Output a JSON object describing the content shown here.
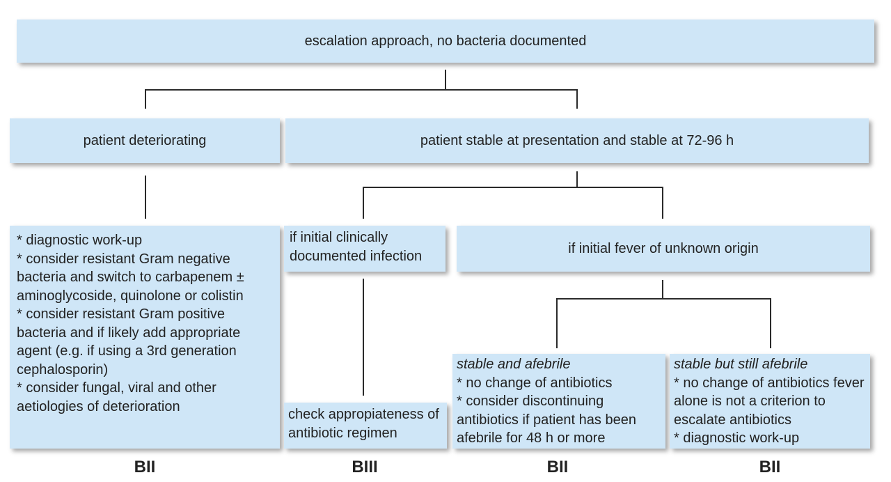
{
  "top": {
    "label": "escalation approach, no bacteria documented"
  },
  "deteriorating": {
    "label": "patient deteriorating"
  },
  "stable": {
    "label": "patient stable at presentation and stable at 72-96 h"
  },
  "deteriorating_actions": [
    "* diagnostic work-up",
    "* consider resistant Gram negative bacteria and switch to carbapenem ± aminoglycoside, quinolone or colistin",
    "* consider resistant Gram positive bacteria and if likely add appropriate agent (e.g. if using a 3rd generation cephalosporin)",
    "* consider fungal, viral and other aetiologies of deterioration"
  ],
  "clinical": {
    "label": "if initial clinically documented infection"
  },
  "fuo": {
    "label": "if initial fever of unknown origin"
  },
  "check": {
    "label": "check appropiateness of antibiotic regimen"
  },
  "afebrile": {
    "title": "stable and afebrile",
    "lines": [
      "* no change of antibiotics",
      "* consider discontinuing antibiotics if patient has been afebrile for 48 h or more"
    ]
  },
  "still_febrile": {
    "title": "stable but still afebrile",
    "lines": [
      "* no change of antibiotics fever alone is not a criterion to escalate antibiotics",
      "* diagnostic work-up"
    ]
  },
  "grades": [
    "BII",
    "BIII",
    "BII",
    "BII"
  ]
}
